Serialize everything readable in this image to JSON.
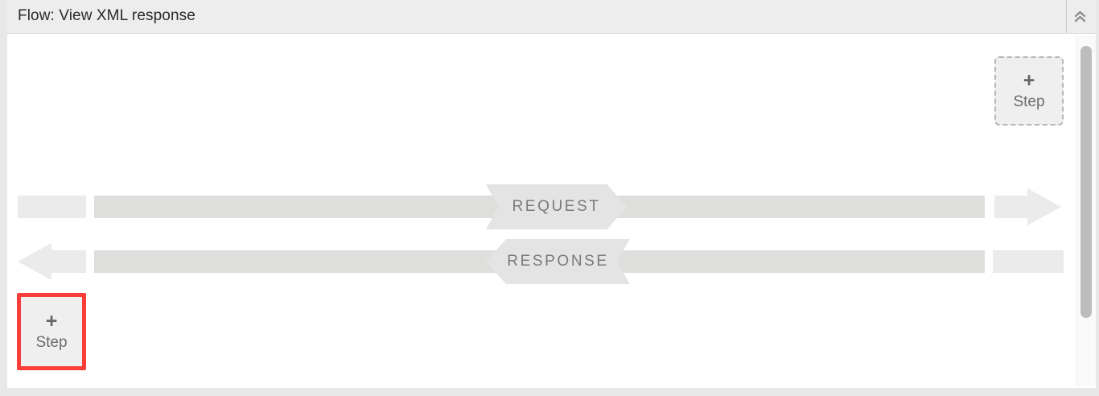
{
  "header": {
    "title": "Flow: View XML response",
    "collapse_icon": "double-chevron-up-icon"
  },
  "canvas": {
    "steps": [
      {
        "id": "top-right",
        "plus": "+",
        "label": "Step",
        "state": "dashed-placeholder",
        "border_color": "#b6b6b6"
      },
      {
        "id": "bottom-left",
        "plus": "+",
        "label": "Step",
        "state": "selected-highlight",
        "border_color": "#f93e3a"
      }
    ],
    "rows": [
      {
        "id": "request",
        "label": "REQUEST",
        "direction": "right",
        "arrowhead": "arrow-right-icon"
      },
      {
        "id": "response",
        "label": "RESPONSE",
        "direction": "left",
        "arrowhead": "arrow-left-icon"
      }
    ]
  },
  "scrollbar": {
    "orientation": "vertical",
    "thumb_position": "near-top"
  },
  "colors": {
    "header_bg": "#ededed",
    "canvas_bg": "#ffffff",
    "bar_light": "#ebebeb",
    "bar_dark": "#dededd",
    "banner_bg": "#e4e4e4",
    "banner_text": "#7a7a7a",
    "highlight": "#f93e3a",
    "step_bg": "#efefef"
  }
}
